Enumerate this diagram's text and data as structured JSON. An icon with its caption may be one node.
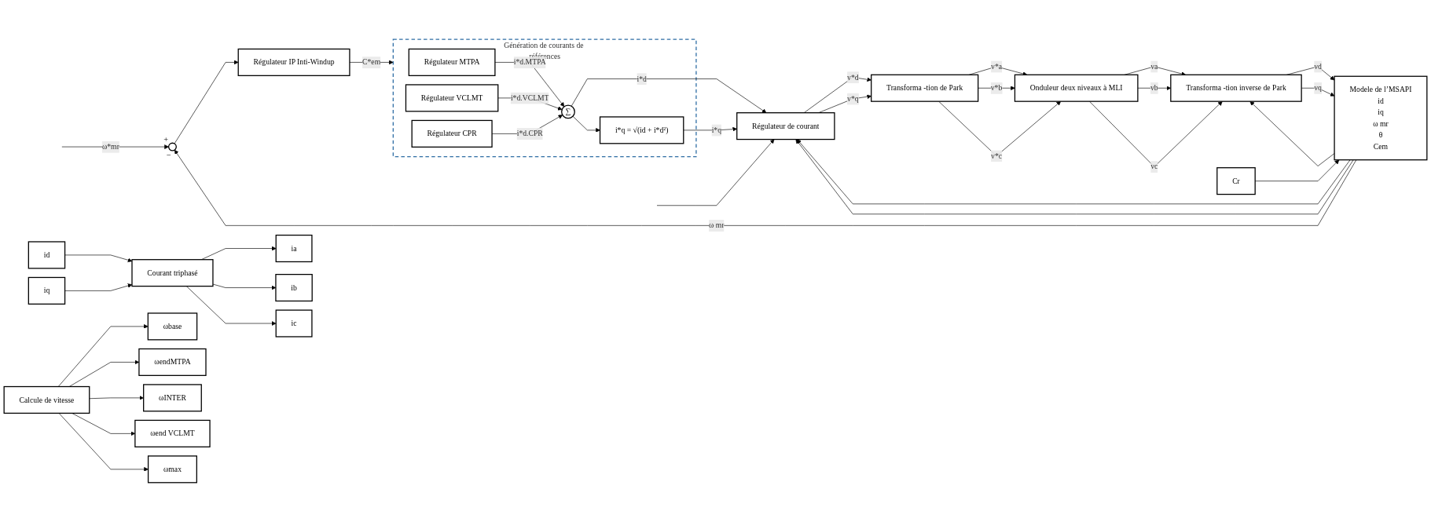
{
  "diagram": {
    "nodes": [
      {
        "text": [],
        "shape": "circle",
        "beside": [
          "+",
          "−"
        ]
      },
      {
        "text": [
          "Régulateur IP Inti-Windup"
        ]
      },
      {
        "text": [
          "Génération de courants de références"
        ]
      },
      {
        "text": [
          "Régulateur MTPA"
        ],
        "in": 2
      },
      {
        "text": [
          "Régulateur VCLMT"
        ],
        "in": 2
      },
      {
        "text": [
          "Régulateur CPR"
        ],
        "in": 2
      },
      {
        "text": [
          "∑"
        ],
        "in": 2
      },
      {
        "text": [
          "i*q = √(id + i*d²)"
        ],
        "in": 2
      },
      {
        "text": [
          "Régulateur de courant"
        ]
      },
      {
        "text": [
          "Transforma -tion de Park"
        ]
      },
      {
        "text": [
          "Onduleur deux niveaux à MLI"
        ]
      },
      {
        "text": [
          "Transforma -tion inverse de Park"
        ]
      },
      {
        "text": [
          "Modele de l’MSAPI",
          "id",
          "iq",
          "ω mr",
          "θ",
          "Cem"
        ]
      },
      {
        "text": [
          "Cr"
        ]
      },
      {
        "text": [
          "Courant triphasé"
        ]
      },
      {
        "text": [
          "Calcule de vitesse"
        ]
      },
      {
        "text": [
          "id"
        ]
      },
      {
        "text": [
          "iq"
        ]
      },
      {
        "text": [
          "ia"
        ]
      },
      {
        "text": [
          "ib"
        ]
      },
      {
        "text": [
          "ic"
        ]
      },
      {
        "text": [
          "ωbase"
        ]
      },
      {
        "text": [
          "ωendMTPA"
        ]
      },
      {
        "text": [
          "ωINTER"
        ]
      },
      {
        "text": [
          "ωend VCLMT"
        ]
      },
      {
        "text": [
          "ωmax"
        ]
      }
    ],
    "edges": [
      {
        "from": null,
        "to": 0,
        "arrow": "to",
        "label": "ω*mr"
      },
      {
        "from": 0,
        "to": 1,
        "arrow": "to"
      },
      {
        "from": 1,
        "to": 2,
        "arrow": "to",
        "label": "C*em"
      },
      {
        "from": 3,
        "to": 6,
        "arrow": "to",
        "label": "i*d.MTPA"
      },
      {
        "from": 4,
        "to": 6,
        "arrow": "to",
        "label": "i*d.VCLMT"
      },
      {
        "from": 5,
        "to": 6,
        "arrow": "to",
        "label": "i*d.CPR"
      },
      {
        "from": 6,
        "to": 8,
        "arrow": "to",
        "label": "i*d"
      },
      {
        "from": 6,
        "to": 7,
        "arrow": "to"
      },
      {
        "from": 7,
        "to": 8,
        "arrow": "to",
        "label": "i*q"
      },
      {
        "from": null,
        "to": 8,
        "arrow": "to"
      },
      {
        "from": 12,
        "to": 8,
        "arrow": "to"
      },
      {
        "from": 12,
        "to": 8,
        "arrow": "to"
      },
      {
        "from": 8,
        "to": 9,
        "arrow": "to",
        "label": "v*d"
      },
      {
        "from": 8,
        "to": 9,
        "arrow": "to",
        "label": "v*q"
      },
      {
        "from": 9,
        "to": 10,
        "arrow": "to",
        "label": "v*a"
      },
      {
        "from": 9,
        "to": 10,
        "arrow": "to",
        "label": "v*b"
      },
      {
        "from": 9,
        "to": 10,
        "arrow": "to",
        "label": "v*c"
      },
      {
        "from": 10,
        "to": 11,
        "arrow": "to",
        "label": "va"
      },
      {
        "from": 10,
        "to": 11,
        "arrow": "to",
        "label": "vb"
      },
      {
        "from": 10,
        "to": 11,
        "arrow": "to",
        "label": "vc"
      },
      {
        "from": 11,
        "to": 12,
        "arrow": "to",
        "label": "vd"
      },
      {
        "from": 11,
        "to": 12,
        "arrow": "to",
        "label": "vq"
      },
      {
        "from": 13,
        "to": 12,
        "arrow": "to"
      },
      {
        "from": 12,
        "to": 11,
        "arrow": "to"
      },
      {
        "from": 12,
        "to": 0,
        "arrow": "to",
        "label": "ω mr"
      },
      {
        "from": 16,
        "to": 14,
        "arrow": "to"
      },
      {
        "from": 17,
        "to": 14,
        "arrow": "to"
      },
      {
        "from": 14,
        "to": 18,
        "arrow": "to"
      },
      {
        "from": 14,
        "to": 19,
        "arrow": "to"
      },
      {
        "from": 14,
        "to": 20,
        "arrow": "to"
      },
      {
        "from": 15,
        "to": 21,
        "arrow": "to"
      },
      {
        "from": 15,
        "to": 22,
        "arrow": "to"
      },
      {
        "from": 15,
        "to": 23,
        "arrow": "to"
      },
      {
        "from": 15,
        "to": 24,
        "arrow": "to"
      },
      {
        "from": 15,
        "to": 25,
        "arrow": "to"
      }
    ]
  }
}
